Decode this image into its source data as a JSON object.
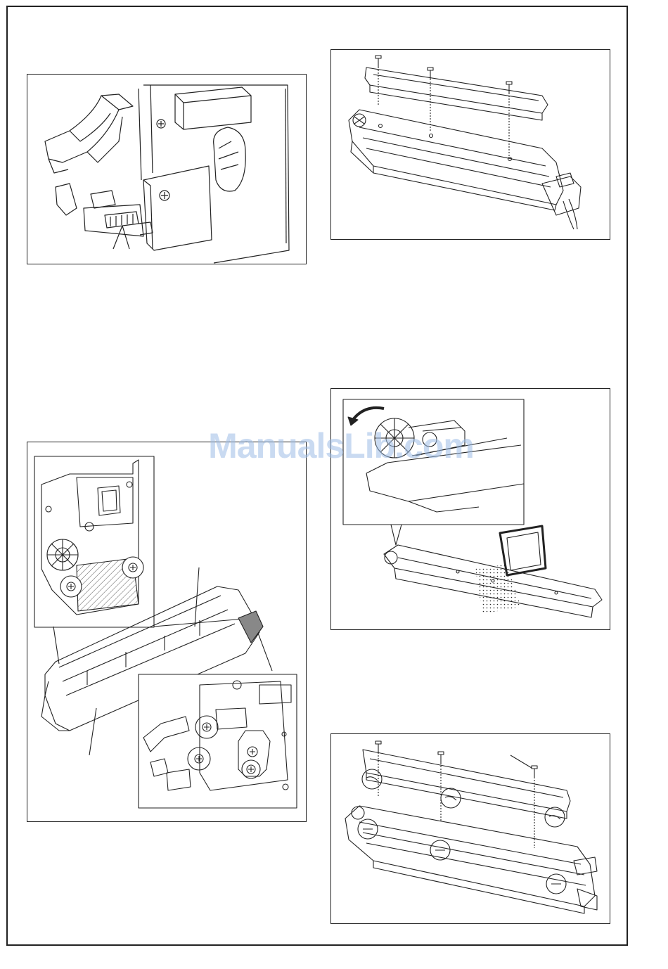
{
  "watermark": {
    "text": "ManualsLib.com",
    "color": "#9dbde6"
  },
  "figures": [
    {
      "id": "fig-1",
      "depicts": "connector-release"
    },
    {
      "id": "fig-2",
      "depicts": "cover-removal-three-screws"
    },
    {
      "id": "fig-3",
      "depicts": "unit-side-screws-detail"
    },
    {
      "id": "fig-4",
      "depicts": "gear-rotation-toner-pour"
    },
    {
      "id": "fig-5",
      "depicts": "cover-install-alignment"
    }
  ],
  "colors": {
    "line": "#222222",
    "hatch": "#555555",
    "background": "#ffffff"
  }
}
